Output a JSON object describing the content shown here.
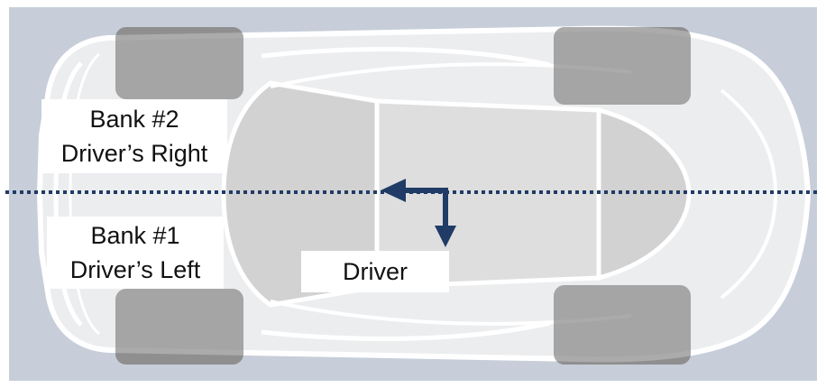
{
  "labels": {
    "bank2_line1": "Bank #2",
    "bank2_line2": "Driver’s Right",
    "bank1_line1": "Bank #1",
    "bank1_line2": "Driver’s Left",
    "driver": "Driver"
  },
  "colors": {
    "background": "#c7ceda",
    "car_body": "#f3f3f3",
    "car_outline": "#ffffff",
    "cabin": "#dcdcdc",
    "wheels": "#8f8f8f",
    "centerline": "#1f3b66",
    "arrow": "#1f3b66"
  }
}
